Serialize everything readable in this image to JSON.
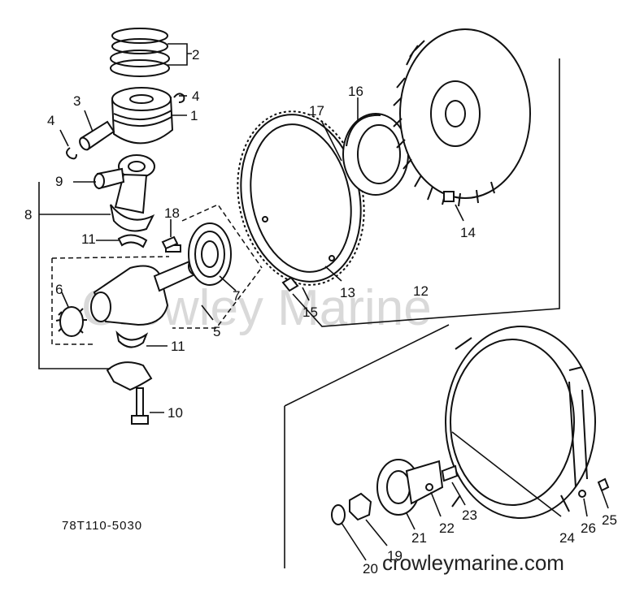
{
  "diagram": {
    "reference_code": "78T110-5030",
    "watermark": "Crowley Marine",
    "footer_url": "crowleymarine.com",
    "callouts": [
      "1",
      "2",
      "3",
      "4",
      "4",
      "5",
      "6",
      "7",
      "8",
      "9",
      "10",
      "11",
      "11",
      "12",
      "13",
      "14",
      "15",
      "16",
      "17",
      "18",
      "19",
      "20",
      "21",
      "22",
      "23",
      "24",
      "25",
      "26"
    ]
  }
}
